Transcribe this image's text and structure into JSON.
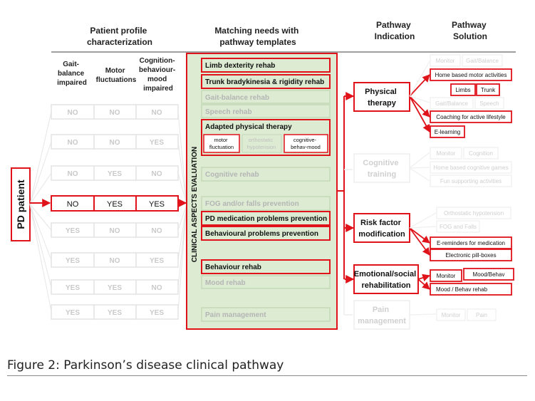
{
  "headers": {
    "profile": [
      "Patient profile",
      "characterization"
    ],
    "matching": [
      "Matching needs with",
      "pathway templates"
    ],
    "indication": [
      "Pathway",
      "Indication"
    ],
    "solution": [
      "Pathway",
      "Solution"
    ]
  },
  "profile_columns": [
    [
      "Gait-",
      "balance",
      "impaired"
    ],
    [
      "Motor",
      "fluctuations"
    ],
    [
      "Cognition-",
      "behaviour-",
      "mood",
      "impaired"
    ]
  ],
  "profile_rows": [
    [
      "NO",
      "NO",
      "NO"
    ],
    [
      "NO",
      "NO",
      "YES"
    ],
    [
      "NO",
      "YES",
      "NO"
    ],
    [
      "NO",
      "YES",
      "YES"
    ],
    [
      "YES",
      "NO",
      "NO"
    ],
    [
      "YES",
      "NO",
      "YES"
    ],
    [
      "YES",
      "YES",
      "NO"
    ],
    [
      "YES",
      "YES",
      "YES"
    ]
  ],
  "patient_label": "PD patient",
  "clinical_label": "CLINICAL ASPECTS EVALUATION",
  "templates": {
    "limb": "Limb dexterity rehab",
    "trunk": "Trunk bradykinesia & rigidity rehab",
    "gait": "Gait-balance rehab",
    "speech": "Speech rehab",
    "adapted": "Adapted physical therapy",
    "motor_fluct": [
      "motor",
      "fluctuation"
    ],
    "orthostatic": [
      "orthostatic",
      "hypotension"
    ],
    "cog_behav": [
      "cognitive-",
      "behav-mood"
    ],
    "cognitive": "Cognitive rehab",
    "fog": "FOG and/or falls prevention",
    "pd_med": "PD medication problems prevention",
    "behavioural": "Behavioural problems prevention",
    "behaviour": "Behaviour rehab",
    "mood": "Mood rehab",
    "pain": "Pain management"
  },
  "indications": {
    "physical": [
      "Physical",
      "therapy"
    ],
    "cognitive": [
      "Cognitive",
      "training"
    ],
    "risk": [
      "Risk factor",
      "modification"
    ],
    "emotional": [
      "Emotional/social",
      "rehabilitation"
    ],
    "pain": [
      "Pain",
      "management"
    ]
  },
  "solutions": {
    "monitor1": "Monitor",
    "gait_balance1": "Gait/Balance",
    "home_motor": "Home based motor activities",
    "limbs": "Limbs",
    "trunk": "Trunk",
    "gait_balance2": "Gait/Balance",
    "speech": "Speech",
    "coaching": "Coaching for active lifestyle",
    "elearning": "E-learning",
    "monitor2": "Monitor",
    "cognition": "Cognition",
    "home_cog": "Home based cognitive games",
    "fun": "Fun supporting activities",
    "ortho_hypo": "Orthostatic hypotension",
    "fog_falls": "FOG and Falls",
    "ereminders": "E-reminders for medication",
    "pillboxes": "Electronic pill-boxes",
    "monitor3": "Monitor",
    "mood_behav": "Mood/Behav",
    "mood_behav_rehab": "Mood / Behav rehab",
    "monitor4": "Monitor",
    "pain": "Pain"
  },
  "caption": "Figure 2: Parkinson’s disease clinical pathway",
  "colors": {
    "active": "#e0131b",
    "inactive": "#e4e4e4",
    "panel_fill": "#dcebd2",
    "panel_border": "#2fa84f",
    "template_border": "#b8d2aa"
  }
}
